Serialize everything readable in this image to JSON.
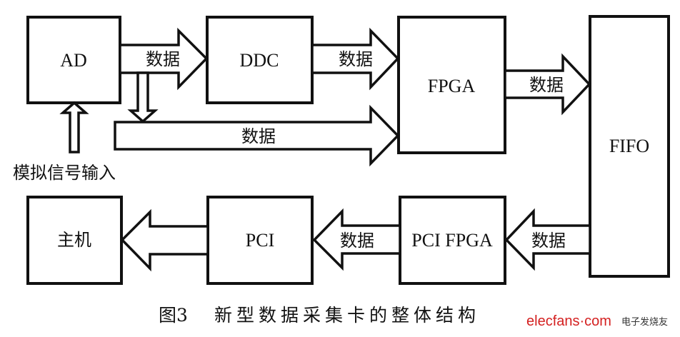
{
  "blocks": {
    "ad": "AD",
    "ddc": "DDC",
    "fpga": "FPGA",
    "fifo": "FIFO",
    "host": "主机",
    "pci": "PCI",
    "pci_fpga": "PCI FPGA"
  },
  "arrows": {
    "ad_to_ddc": "数据",
    "ddc_to_fpga": "数据",
    "ad_to_fpga_bypass": "数据",
    "fpga_to_fifo": "数据",
    "fifo_to_pci_fpga": "数据",
    "pci_fpga_to_pci": "数据",
    "pci_to_host": ""
  },
  "input_label": "模拟信号输入",
  "caption": {
    "figure_number": "图3",
    "title": "新型数据采集卡的整体结构"
  },
  "watermark": {
    "site": "elecfans·com",
    "name": "电子发烧友"
  }
}
